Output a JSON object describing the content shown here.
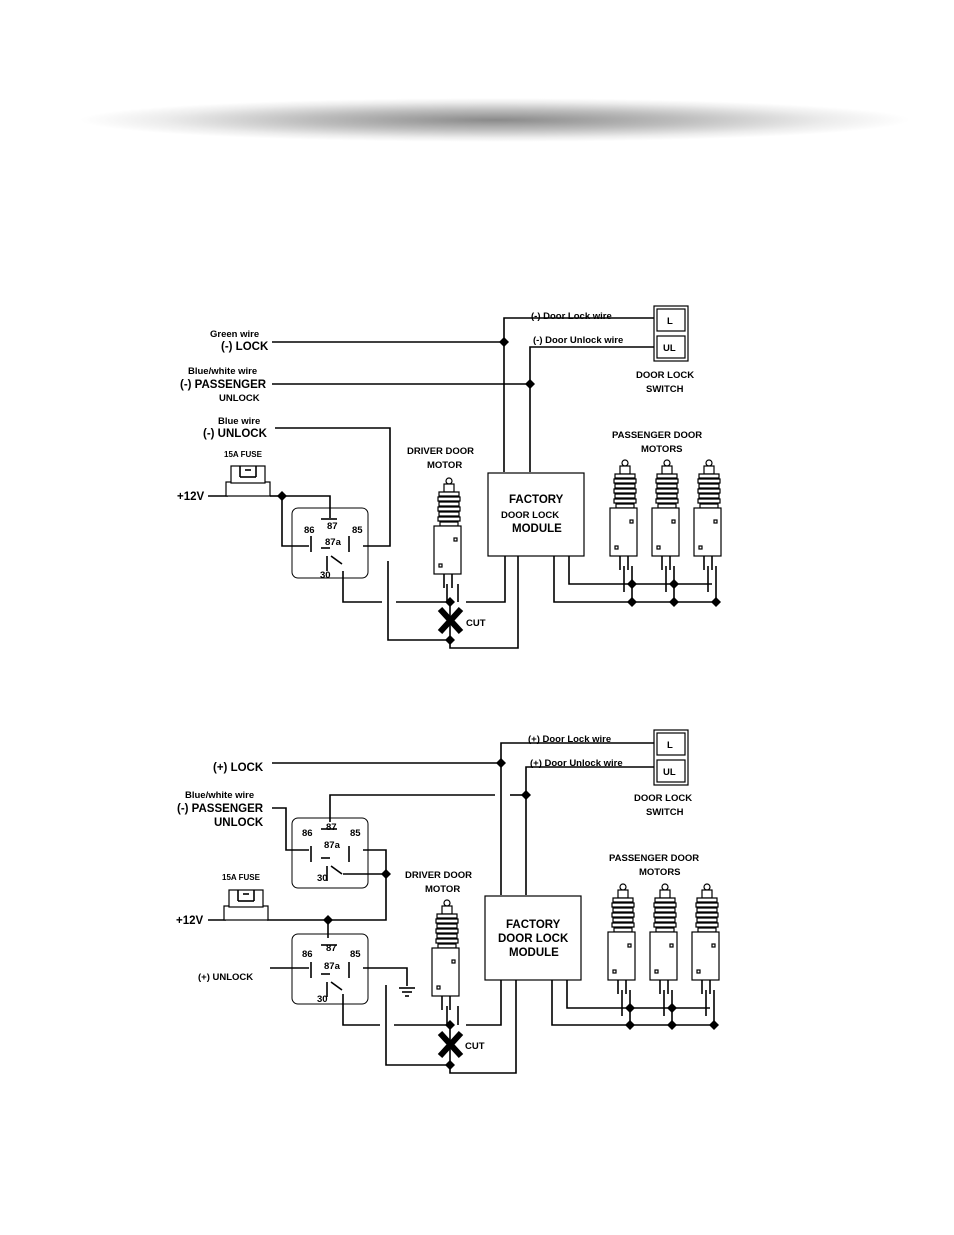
{
  "diagram1": {
    "labels": {
      "green_wire": "Green wire",
      "lock": "(-) LOCK",
      "blue_white_wire": "Blue/white wire",
      "passenger": "(-) PASSENGER",
      "passenger_unlock": "UNLOCK",
      "blue_wire": "Blue wire",
      "unlock": "(-) UNLOCK",
      "fuse": "15A FUSE",
      "v12": "+12V",
      "door_lock_wire": "(-) Door Lock wire",
      "door_unlock_wire": "(-) Door Unlock wire",
      "switch_l": "L",
      "switch_ul": "UL",
      "switch_title_1": "DOOR LOCK",
      "switch_title_2": "SWITCH",
      "driver_1": "DRIVER DOOR",
      "driver_2": "MOTOR",
      "passenger_motors_1": "PASSENGER DOOR",
      "passenger_motors_2": "MOTORS",
      "module_1": "FACTORY",
      "module_2": "DOOR LOCK",
      "module_3": "MODULE",
      "cut": "CUT"
    },
    "relay": {
      "p86": "86",
      "p87": "87",
      "p85": "85",
      "p87a": "87a",
      "p30": "30"
    }
  },
  "diagram2": {
    "labels": {
      "lock": "(+) LOCK",
      "blue_white_wire": "Blue/white wire",
      "passenger": "(-) PASSENGER",
      "passenger_unlock": "UNLOCK",
      "fuse": "15A FUSE",
      "v12": "+12V",
      "unlock": "(+) UNLOCK",
      "door_lock_wire": "(+) Door Lock wire",
      "door_unlock_wire": "(+) Door Unlock wire",
      "switch_l": "L",
      "switch_ul": "UL",
      "switch_title_1": "DOOR LOCK",
      "switch_title_2": "SWITCH",
      "driver_1": "DRIVER DOOR",
      "driver_2": "MOTOR",
      "passenger_motors_1": "PASSENGER DOOR",
      "passenger_motors_2": "MOTORS",
      "module_1": "FACTORY",
      "module_2": "DOOR LOCK",
      "module_3": "MODULE",
      "cut": "CUT"
    },
    "relay_top": {
      "p86": "86",
      "p87": "87",
      "p85": "85",
      "p87a": "87a",
      "p30": "30"
    },
    "relay_bottom": {
      "p86": "86",
      "p87": "87",
      "p85": "85",
      "p87a": "87a",
      "p30": "30"
    }
  }
}
